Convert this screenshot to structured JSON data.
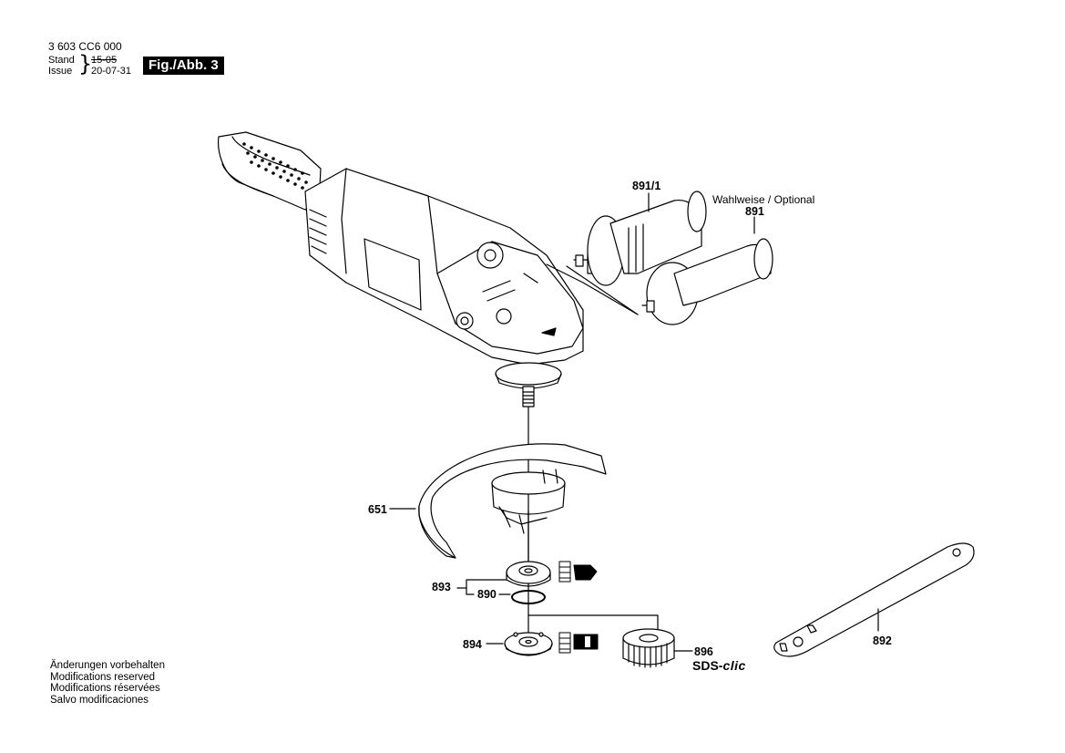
{
  "header": {
    "doc_number": "3 603 CC6 000",
    "stand_label": "Stand",
    "issue_label": "Issue",
    "stand_value": "15-05",
    "issue_value": "20-07-31",
    "figure_badge": "Fig./Abb. 3"
  },
  "notes": [
    "Änderungen vorbehalten",
    "Modifications reserved",
    "Modifications réservées",
    "Salvo modificaciones"
  ],
  "callouts": {
    "handle_alt": "891/1",
    "optional_text": "Wahlweise / Optional",
    "handle": "891",
    "guard": "651",
    "flange_set": "893",
    "o_ring": "890",
    "clamp_nut": "894",
    "quick_nut": "896",
    "sds_prefix": "SDS-",
    "sds_suffix": "clic",
    "spanner": "892"
  },
  "colors": {
    "line": "#000000",
    "background": "#ffffff"
  }
}
